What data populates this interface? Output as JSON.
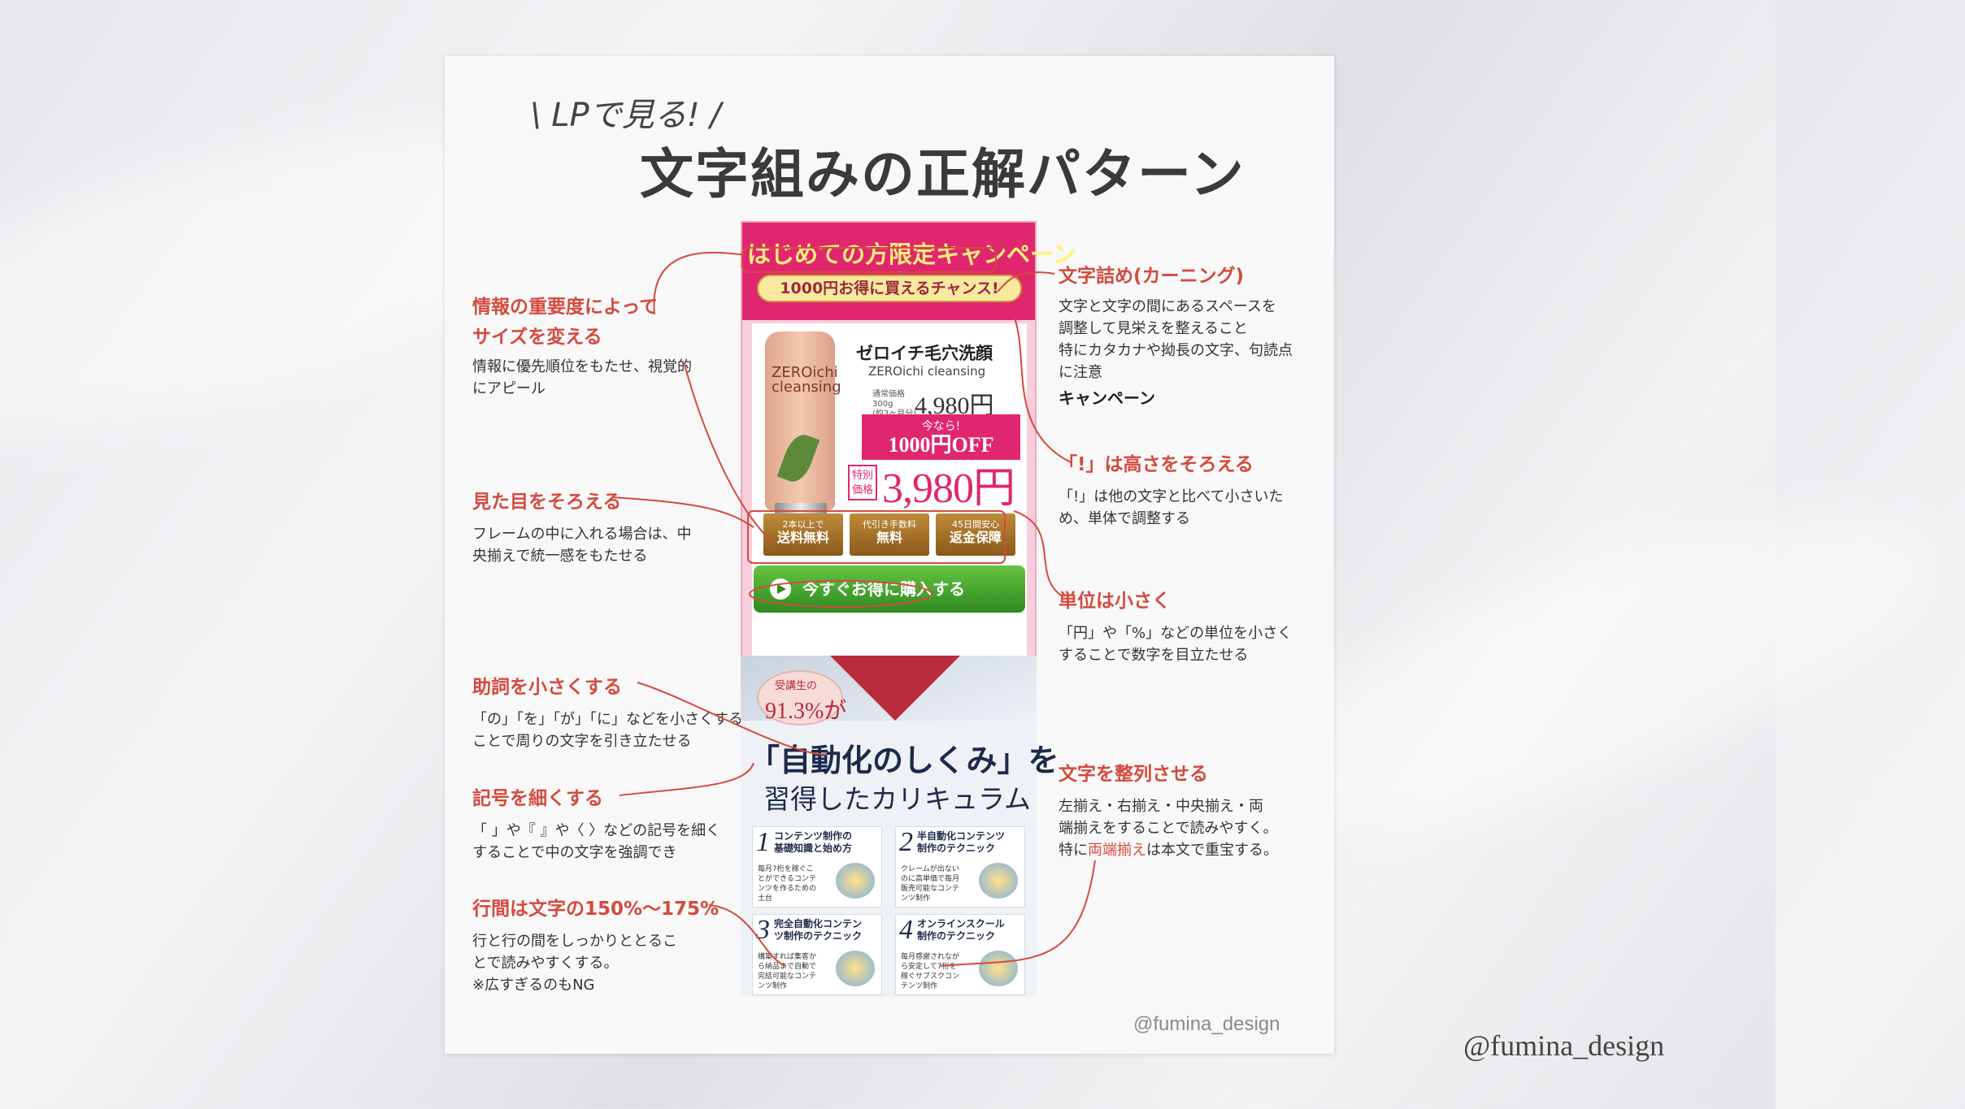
{
  "header": {
    "sub": "\\ LPで見る! /",
    "title": "文字組みの正解パターン"
  },
  "watermark": "@fumina_design",
  "outer_watermark": "@fumina_design",
  "annotations": {
    "importance": {
      "title": "情報の重要度によって\nサイズを変える",
      "body": "情報に優先順位をもたせ、視覚的\nにアピール"
    },
    "align": {
      "title": "見た目をそろえる",
      "body": "フレームの中に入れる場合は、中\n央揃えで統一感をもたせる"
    },
    "particle": {
      "title": "助詞を小さくする",
      "body": "「の」「を」「が」「に」などを小さくする\nことで周りの文字を引き立たせる"
    },
    "symbol": {
      "title": "記号を細くする",
      "body": "「 」や『 』や〈 〉などの記号を細く\nすることで中の文字を強調でき"
    },
    "leading": {
      "title": "行間は文字の150%〜175%",
      "body": "行と行の間をしっかりととるこ\nとで読みやすくする。\n※広すぎるのもNG"
    },
    "kerning": {
      "title": "文字詰め(カーニング)",
      "body": "文字と文字の間にあるスペースを\n調整して見栄えを整えること\n特にカタカナや拗長の文字、句読点\nに注意",
      "example": "キャンペーン"
    },
    "exclaim": {
      "title": "「!」は高さをそろえる",
      "body": "「!」は他の文字と比べて小さいた\nめ、単体で調整する"
    },
    "unit": {
      "title": "単位は小さく",
      "body": "「円」や「%」などの単位を小さく\nすることで数字を目立たせる"
    },
    "justify": {
      "title": "文字を整列させる",
      "body_1": "左揃え・右揃え・中央揃え・両\n端揃えをすることで読みやすく。\n特に",
      "body_em": "両端揃え",
      "body_2": "は本文で重宝する。"
    }
  },
  "lp1": {
    "headline": "はじめての方限定キャンペーン",
    "pill": "1000円お得に買えるチャンス!",
    "tube_text": "ZEROichi\ncleansing",
    "product_jp": "ゼロイチ毛穴洗顔",
    "product_en": "ZEROichi cleansing",
    "regular_label": "通常価格\n300g\n(約3ヶ月分)",
    "regular_price": "4,980円",
    "off_small": "今なら!",
    "off_big": "1000円OFF",
    "special_label": "特別\n価格",
    "special_price": "3,980円",
    "badges": [
      {
        "top": "2本以上で",
        "bottom": "送料無料"
      },
      {
        "top": "代引き手数料",
        "bottom": "無料"
      },
      {
        "top": "45日間安心",
        "bottom": "返金保障"
      }
    ],
    "cta": "今すぐお得に購入する"
  },
  "lp2": {
    "circle_top": "受講生の",
    "circle_num": "91.3%が",
    "headline": "「自動化のしくみ」を",
    "sub": "習得したカリキュラム",
    "cells": [
      {
        "num": "1",
        "title": "コンテンツ制作の\n基礎知識と始め方",
        "desc": "毎月7桁を稼ぐこ\nとができるコンテ\nンツを作るための\n土台"
      },
      {
        "num": "2",
        "title": "半自動化コンテンツ\n制作のテクニック",
        "desc": "クレームが出ない\nのに高単価で毎月\n販売可能なコンテ\nンツ制作"
      },
      {
        "num": "3",
        "title": "完全自動化コンテン\nツ制作のテクニック",
        "desc": "構築すれば集客か\nら納品まで自動で\n完結可能なコンテ\nンツ制作"
      },
      {
        "num": "4",
        "title": "オンラインスクール\n制作のテクニック",
        "desc": "毎月感謝されなが\nら安定して7桁を\n稼ぐサブスクコン\nテンツ制作"
      }
    ]
  },
  "colors": {
    "accent": "#d44a3e",
    "pink": "#e0266e",
    "navy": "#1e2a4a"
  }
}
